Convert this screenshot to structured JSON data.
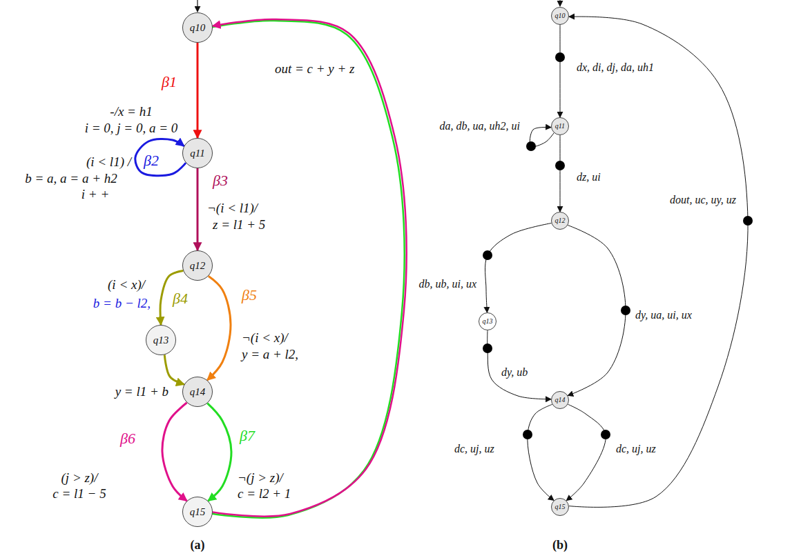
{
  "diagram": {
    "nodes": [
      {
        "text": [
          "q10"
        ]
      },
      {
        "text": [
          "q11"
        ]
      },
      {
        "text": [
          "q12"
        ]
      },
      {
        "text": [
          "q13"
        ]
      },
      {
        "text": [
          "q14"
        ]
      },
      {
        "text": [
          "q15"
        ]
      },
      {
        "text": [
          "q10"
        ]
      },
      {
        "text": [
          "q11"
        ]
      },
      {
        "text": [
          "q12"
        ]
      },
      {
        "text": [
          "q13"
        ]
      },
      {
        "text": [
          "q14"
        ]
      },
      {
        "text": [
          "q15"
        ]
      }
    ],
    "edges": [
      {
        "from": 0,
        "to": 1,
        "arrow": "to",
        "label": "-/x = h1"
      },
      {
        "from": 1,
        "to": 1,
        "arrow": "to",
        "label": "(i < l1) /"
      },
      {
        "from": 1,
        "to": 2,
        "arrow": "to",
        "label": "¬(i < l1)/"
      },
      {
        "from": 2,
        "to": 3,
        "arrow": "to",
        "label": "(i < x)/"
      },
      {
        "from": 3,
        "to": 4,
        "arrow": "to",
        "label": "y = l1 + b"
      },
      {
        "from": 2,
        "to": 4,
        "arrow": "to",
        "label": "¬(i < x)/"
      },
      {
        "from": 4,
        "to": 5,
        "arrow": "to",
        "label": "(j > z)/"
      },
      {
        "from": 4,
        "to": 5,
        "arrow": "to",
        "label": "¬(j > z)/"
      },
      {
        "from": 5,
        "to": 0,
        "arrow": "to",
        "label": "out = c + y + z"
      },
      {
        "from": 6,
        "to": 7,
        "arrow": "to",
        "label": "dx, di, dj, da, uh1"
      },
      {
        "from": 7,
        "to": 7,
        "arrow": "to",
        "label": "da, db, ua, uh2, ui"
      },
      {
        "from": 7,
        "to": 8,
        "arrow": "to",
        "label": "dz, ui"
      },
      {
        "from": 8,
        "to": 9,
        "arrow": "to",
        "label": "db, ub, ui, ux"
      },
      {
        "from": 9,
        "to": 10,
        "arrow": "to",
        "label": "dy, ub"
      },
      {
        "from": 8,
        "to": 10,
        "arrow": "to",
        "label": "dy, ua, ui, ux"
      },
      {
        "from": 10,
        "to": 11,
        "arrow": "to",
        "label": "dc, uj, uz"
      },
      {
        "from": 10,
        "to": 11,
        "arrow": "to",
        "label": "dc, uj, uz"
      },
      {
        "from": 11,
        "to": 6,
        "arrow": "to",
        "label": "dout, uc, uy, uz"
      }
    ],
    "labels": [
      "β1",
      "i = 0, j = 0, a = 0",
      "β2",
      "b = a, a = a + h2",
      "i + +",
      "β3",
      "z = l1 + 5",
      "β4",
      "b = b − l2,",
      "β5",
      "y = a + l2,",
      "β6",
      "c = l1 − 5",
      "β7",
      "c = l2 + 1",
      "(a)",
      "(b)"
    ]
  }
}
